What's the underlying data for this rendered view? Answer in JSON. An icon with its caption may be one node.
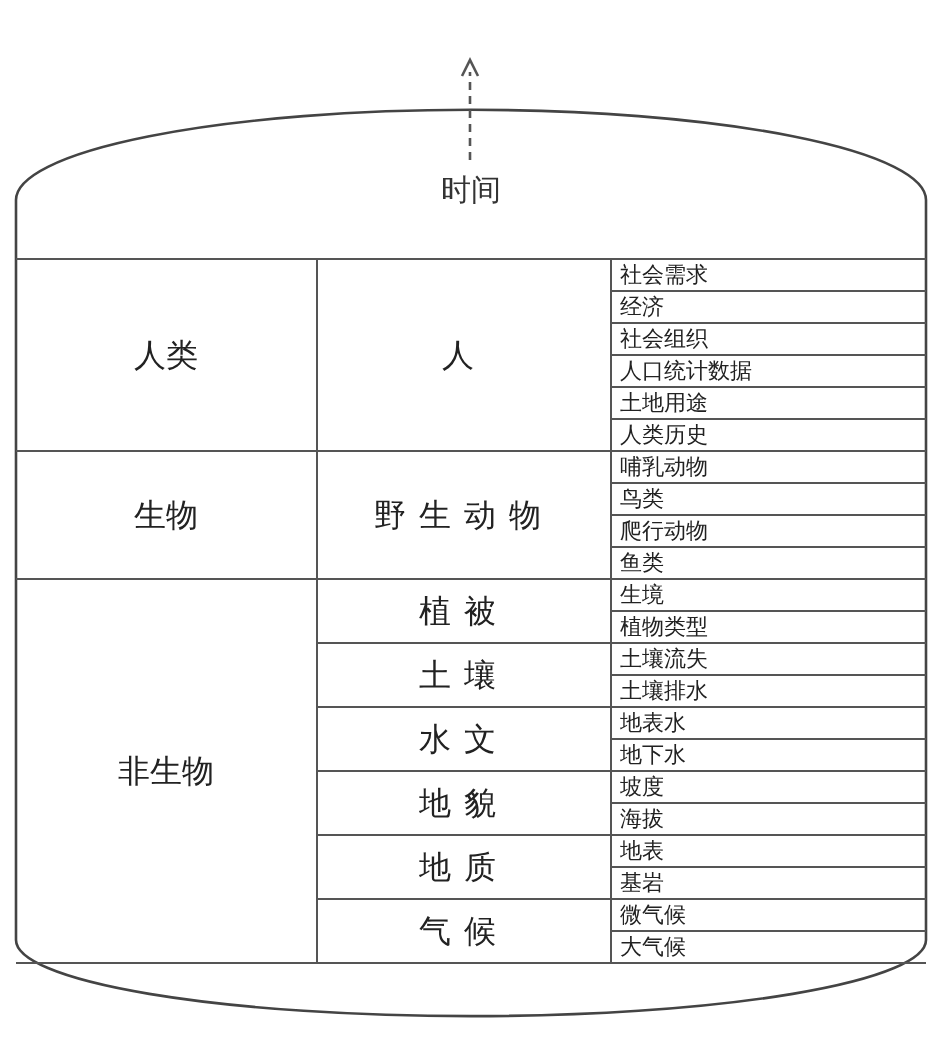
{
  "diagram": {
    "nodes": [
      {
        "text": [
          "时间"
        ]
      },
      {
        "text": [
          "人类"
        ],
        "in": 0
      },
      {
        "text": [
          "人"
        ],
        "in": 0
      },
      {
        "text": [
          "社会需求"
        ],
        "in": 0
      },
      {
        "text": [
          "经济"
        ],
        "in": 0
      },
      {
        "text": [
          "社会组织"
        ],
        "in": 0
      },
      {
        "text": [
          "人口统计数据"
        ],
        "in": 0
      },
      {
        "text": [
          "土地用途"
        ],
        "in": 0
      },
      {
        "text": [
          "人类历史"
        ],
        "in": 0
      },
      {
        "text": [
          "生物"
        ],
        "in": 0
      },
      {
        "text": [
          "野生动物"
        ],
        "in": 0
      },
      {
        "text": [
          "哺乳动物"
        ],
        "in": 0
      },
      {
        "text": [
          "鸟类"
        ],
        "in": 0
      },
      {
        "text": [
          "爬行动物"
        ],
        "in": 0
      },
      {
        "text": [
          "鱼类"
        ],
        "in": 0
      },
      {
        "text": [
          "非生物"
        ],
        "in": 0
      },
      {
        "text": [
          "植被"
        ],
        "in": 0
      },
      {
        "text": [
          "生境"
        ],
        "in": 0
      },
      {
        "text": [
          "植物类型"
        ],
        "in": 0
      },
      {
        "text": [
          "土壤"
        ],
        "in": 0
      },
      {
        "text": [
          "土壤流失"
        ],
        "in": 0
      },
      {
        "text": [
          "土壤排水"
        ],
        "in": 0
      },
      {
        "text": [
          "水文"
        ],
        "in": 0
      },
      {
        "text": [
          "地表水"
        ],
        "in": 0
      },
      {
        "text": [
          "地下水"
        ],
        "in": 0
      },
      {
        "text": [
          "地貌"
        ],
        "in": 0
      },
      {
        "text": [
          "坡度"
        ],
        "in": 0
      },
      {
        "text": [
          "海拔"
        ],
        "in": 0
      },
      {
        "text": [
          "地质"
        ],
        "in": 0
      },
      {
        "text": [
          "地表"
        ],
        "in": 0
      },
      {
        "text": [
          "基岩"
        ],
        "in": 0
      },
      {
        "text": [
          "气候"
        ],
        "in": 0
      },
      {
        "text": [
          "微气候"
        ],
        "in": 0
      },
      {
        "text": [
          "大气候"
        ],
        "in": 0
      }
    ]
  }
}
